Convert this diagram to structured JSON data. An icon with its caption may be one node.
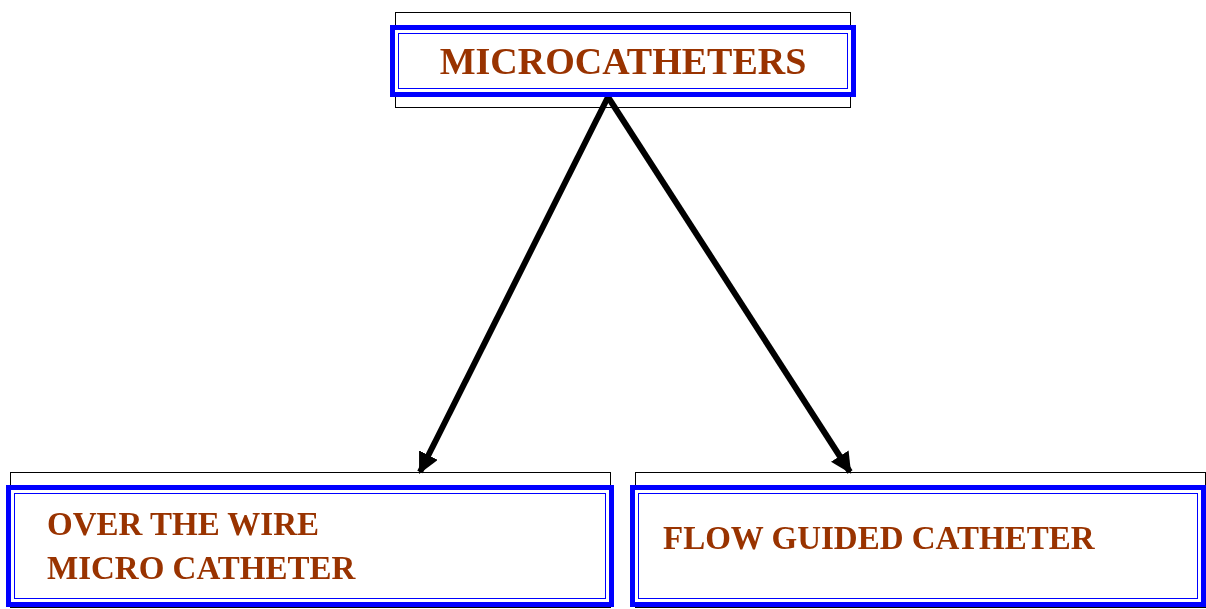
{
  "diagram": {
    "nodes": [
      {
        "text": [
          "MICROCATHETERS"
        ]
      },
      {
        "text": [
          "OVER THE WIRE MICRO CATHETER"
        ]
      },
      {
        "text": [
          "FLOW GUIDED CATHETER"
        ]
      }
    ],
    "edges": [
      {
        "from": 0,
        "to": 1,
        "arrow": "to"
      },
      {
        "from": 0,
        "to": 2,
        "arrow": "to"
      }
    ]
  }
}
